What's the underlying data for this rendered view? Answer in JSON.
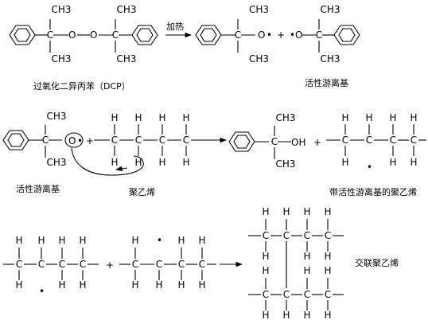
{
  "atoms": {
    "methyl": "CH3",
    "hydrogen": "H",
    "carbon": "C",
    "oxygen": "O",
    "hydroxyl": "OH",
    "radical_dot": "•"
  },
  "operators": {
    "plus": "+"
  },
  "reaction1": {
    "condition": "加热",
    "reactant_label": "过氧化二异丙苯（DCP）",
    "product_label": "活性游离基"
  },
  "reaction2": {
    "reactant1_label": "活性游离基",
    "reactant2_label": "聚乙烯",
    "product_label": "带活性游离基的聚乙烯"
  },
  "reaction3": {
    "product_label": "交联聚乙烯"
  }
}
